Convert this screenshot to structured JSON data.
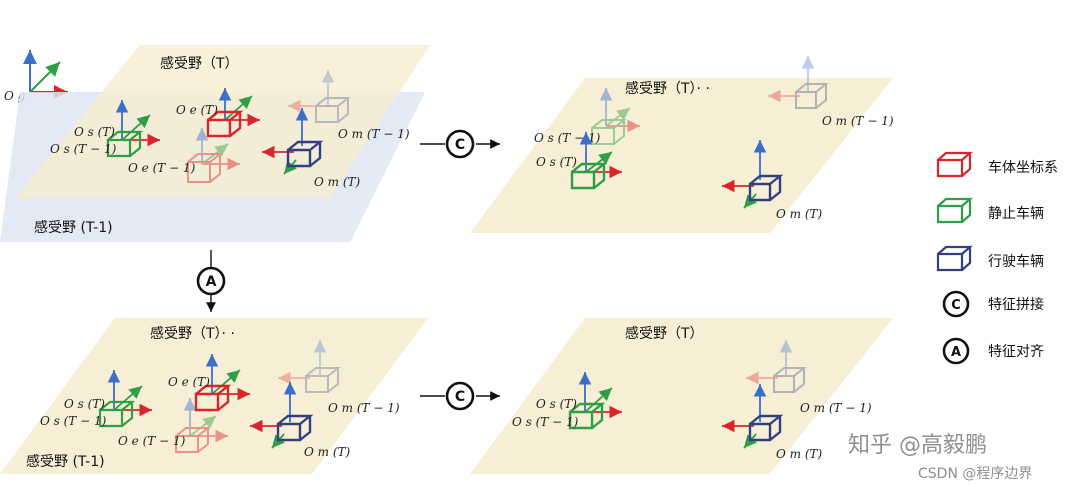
{
  "colors": {
    "ego": "#d8262c",
    "static": "#2e9f47",
    "moving": "#33407f",
    "axis_up": "#3c6fc7",
    "plane_t": "#f6ecce",
    "plane_t1": "#dfe5f5"
  },
  "labels": {
    "rf_t": "感受野（T）",
    "rf_t1": "感受野 (T-1)",
    "rf_t_dots": "感受野（T）· ·",
    "og": "O g",
    "os_t": "O s (T)",
    "os_t1": "O s (T − 1)",
    "oe_t": "O e (T)",
    "oe_t1": "O e (T − 1)",
    "om_t": "O m (T)",
    "om_t1": "O m (T − 1)"
  },
  "ops": {
    "concat_symbol": "C",
    "align_symbol": "A"
  },
  "legend": [
    {
      "icon": "ego-box-icon",
      "label": "车体坐标系"
    },
    {
      "icon": "static-box-icon",
      "label": "静止车辆"
    },
    {
      "icon": "moving-box-icon",
      "label": "行驶车辆"
    },
    {
      "icon": "concat-op-icon",
      "label": "特征拼接",
      "symbol": "C"
    },
    {
      "icon": "align-op-icon",
      "label": "特征对齐",
      "symbol": "A"
    }
  ],
  "watermark": {
    "zhihu": "知乎 @高毅鹏",
    "csdn": "CSDN @程序边界"
  }
}
